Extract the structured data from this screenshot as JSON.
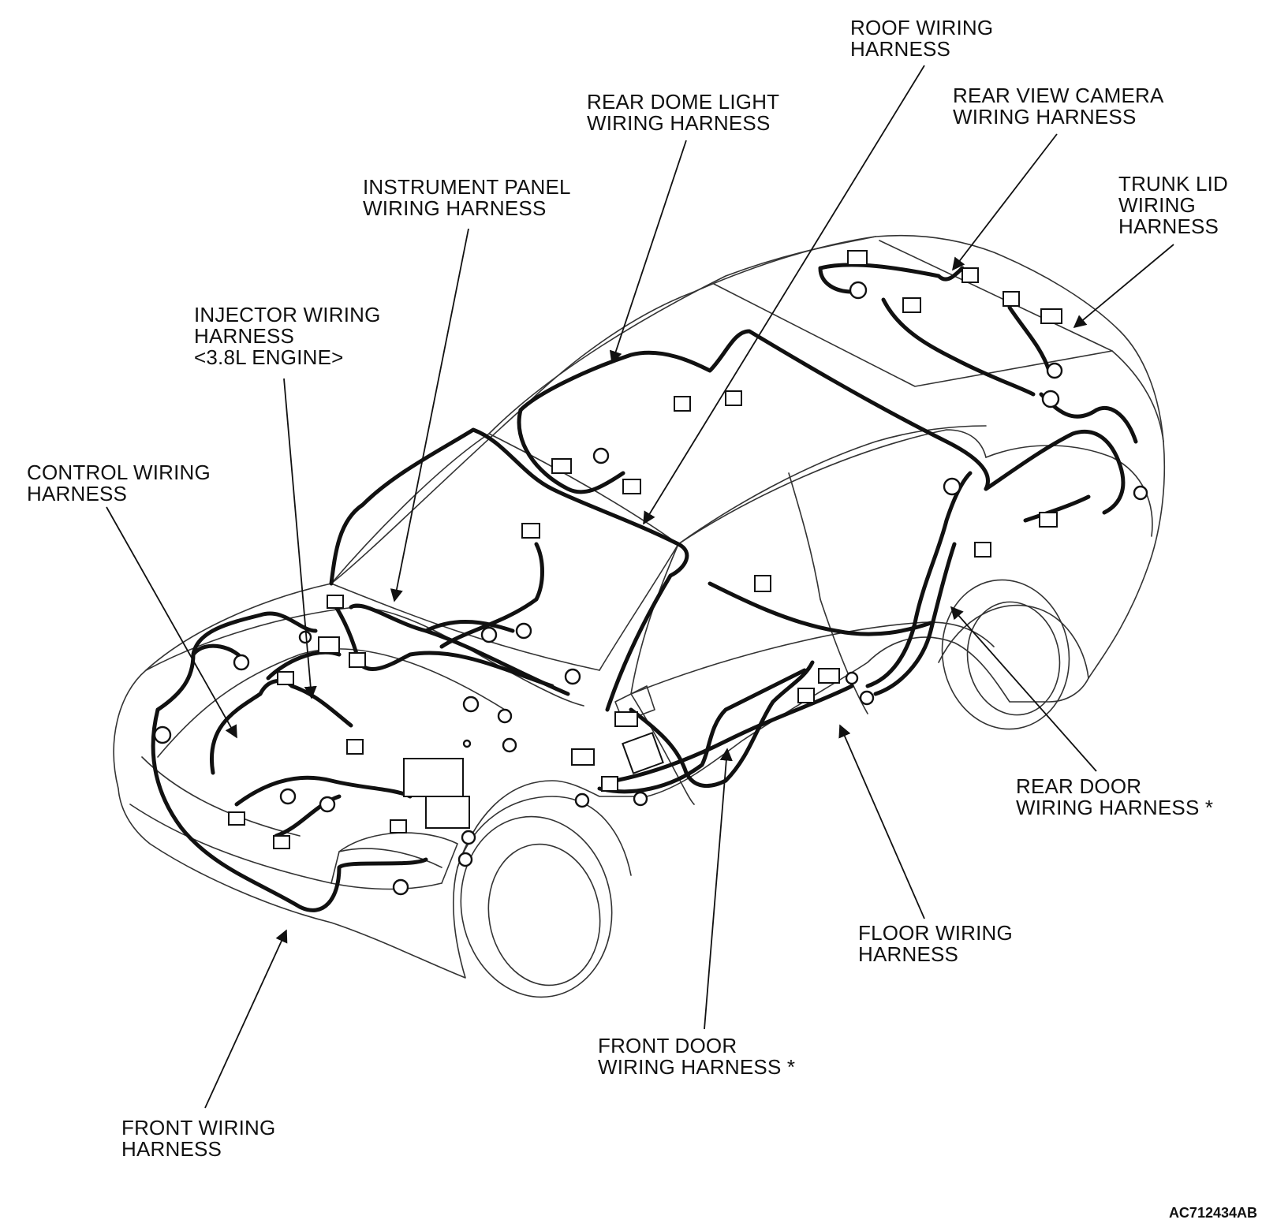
{
  "labels": {
    "roof": [
      "ROOF WIRING",
      "HARNESS"
    ],
    "rear_view_camera": [
      "REAR VIEW CAMERA",
      "WIRING HARNESS"
    ],
    "rear_dome": [
      "REAR DOME LIGHT",
      "WIRING HARNESS"
    ],
    "trunk_lid": [
      "TRUNK LID",
      "WIRING",
      "HARNESS"
    ],
    "instrument_panel": [
      "INSTRUMENT PANEL",
      "WIRING HARNESS"
    ],
    "injector": [
      "INJECTOR WIRING",
      "HARNESS",
      "<3.8L ENGINE>"
    ],
    "control": [
      "CONTROL WIRING",
      "HARNESS"
    ],
    "rear_door": [
      "REAR DOOR",
      "WIRING HARNESS *"
    ],
    "floor": [
      "FLOOR WIRING",
      "HARNESS"
    ],
    "front_door": [
      "FRONT DOOR",
      "WIRING HARNESS *"
    ],
    "front": [
      "FRONT WIRING",
      "HARNESS"
    ]
  },
  "figure_code": "AC712434AB"
}
